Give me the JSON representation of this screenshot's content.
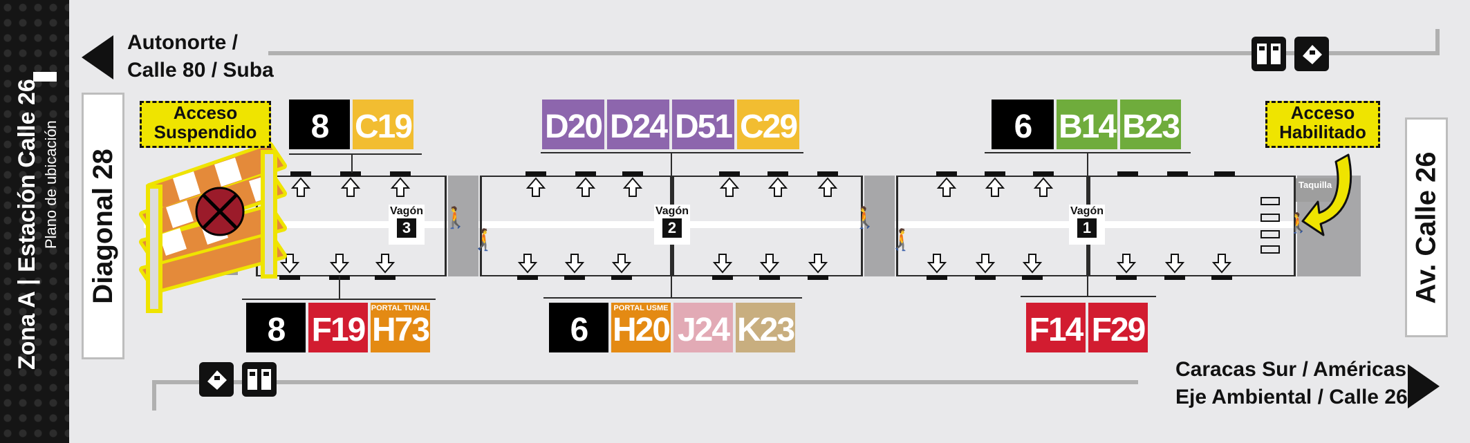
{
  "side_band": {
    "title": "Zona A | Estación Calle 26",
    "subtitle": "Plano de ubicación"
  },
  "streets": {
    "west": "Diagonal 28",
    "east": "Av. Calle 26"
  },
  "destinations": {
    "north_line1": "Autonorte /",
    "north_line2": "Calle 80 / Suba",
    "south_line1": "Caracas Sur / Américas",
    "south_line2": "Eje Ambiental / Calle 26"
  },
  "access": {
    "suspended_line1": "Acceso",
    "suspended_line2": "Suspendido",
    "enabled_line1": "Acceso",
    "enabled_line2": "Habilitado"
  },
  "taquilla": "Taquilla",
  "vagon_label": "Vagón",
  "vagones": [
    "3",
    "2",
    "1"
  ],
  "routes_north": {
    "vagon3": [
      {
        "code": "8",
        "color": "#000000"
      },
      {
        "code": "C19",
        "color": "#f2bd31"
      }
    ],
    "vagon2": [
      {
        "code": "D20",
        "color": "#8d66ad"
      },
      {
        "code": "D24",
        "color": "#8d66ad"
      },
      {
        "code": "D51",
        "color": "#8d66ad"
      },
      {
        "code": "C29",
        "color": "#f2bd31"
      }
    ],
    "vagon1": [
      {
        "code": "6",
        "color": "#000000"
      },
      {
        "code": "B14",
        "color": "#6fac3c"
      },
      {
        "code": "B23",
        "color": "#6fac3c"
      }
    ]
  },
  "routes_south": {
    "vagon3": [
      {
        "code": "8",
        "color": "#000000"
      },
      {
        "code": "F19",
        "color": "#d21c30"
      },
      {
        "code": "H73",
        "color": "#e48a13",
        "note": "PORTAL TUNAL"
      }
    ],
    "vagon2": [
      {
        "code": "6",
        "color": "#000000"
      },
      {
        "code": "H20",
        "color": "#e48a13",
        "note": "PORTAL USME"
      },
      {
        "code": "J24",
        "color": "#e2aab5"
      },
      {
        "code": "K23",
        "color": "#c8ae7f"
      }
    ],
    "vagon1": [
      {
        "code": "F14",
        "color": "#d21c30"
      },
      {
        "code": "F29",
        "color": "#d21c30"
      }
    ]
  },
  "colors": {
    "yellow": "#efe400",
    "black": "#111111",
    "grey_line": "#b0b0b0"
  },
  "icons": [
    "arrow-left-icon",
    "arrow-right-icon",
    "ticket-machine-icon",
    "card-icon",
    "walk-icon",
    "door-up-arrow-icon",
    "door-down-arrow-icon",
    "barrier-icon",
    "prohibited-icon"
  ]
}
